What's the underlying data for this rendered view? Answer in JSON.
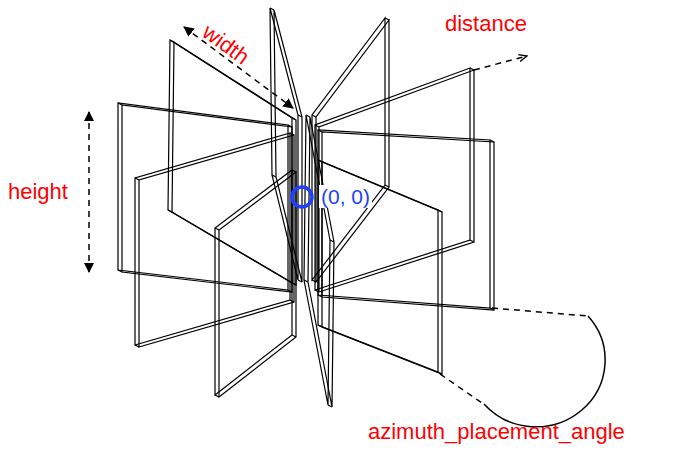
{
  "diagram": {
    "labels": [
      "width",
      "distance",
      "height",
      "(0, 0)",
      "azimuth_placement_angle"
    ]
  }
}
